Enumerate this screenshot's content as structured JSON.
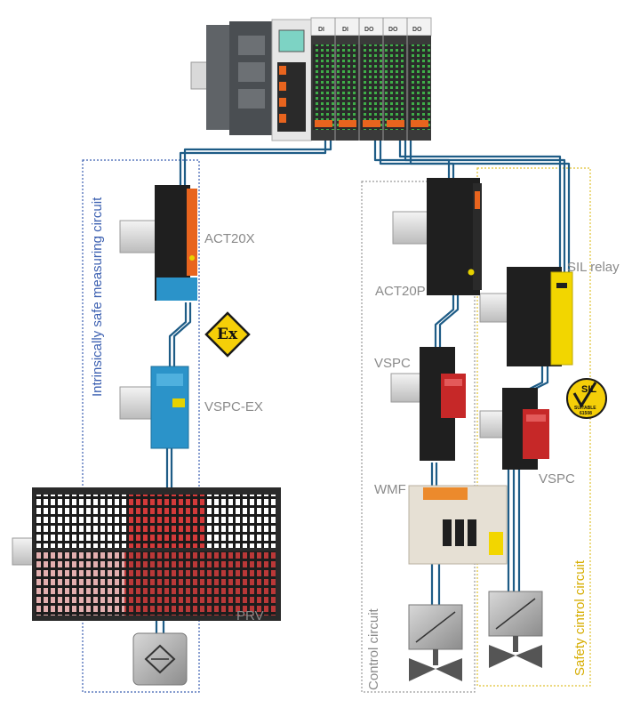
{
  "io_slots": [
    "DI",
    "DI",
    "DO",
    "DO",
    "DO"
  ],
  "labels": {
    "act20x": "ACT20X",
    "act20p": "ACT20P",
    "sil_relay": "SIL relay",
    "vspc_ex": "VSPC-EX",
    "vspc_mid": "VSPC",
    "vspc_right": "VSPC",
    "wmf": "WMF",
    "prv": "PRV"
  },
  "circuits": {
    "intrinsic": "Intrinsically safe measuring circuit",
    "control": "Control circuit",
    "safety": "Safety cintrol circuit"
  },
  "badges": {
    "ex": "Ex",
    "sil_main": "SIL",
    "sil_sub1": "SUITABLE",
    "sil_sub2": "61508"
  },
  "colors": {
    "intrinsic_border": "#3b5fb0",
    "control_border": "#9a9a9a",
    "safety_border": "#e0c030",
    "cable": "#1e5c86",
    "module_orange": "#e8641e",
    "module_red": "#c62828",
    "module_yellow": "#f2d600",
    "module_blue": "#2b93c9"
  }
}
